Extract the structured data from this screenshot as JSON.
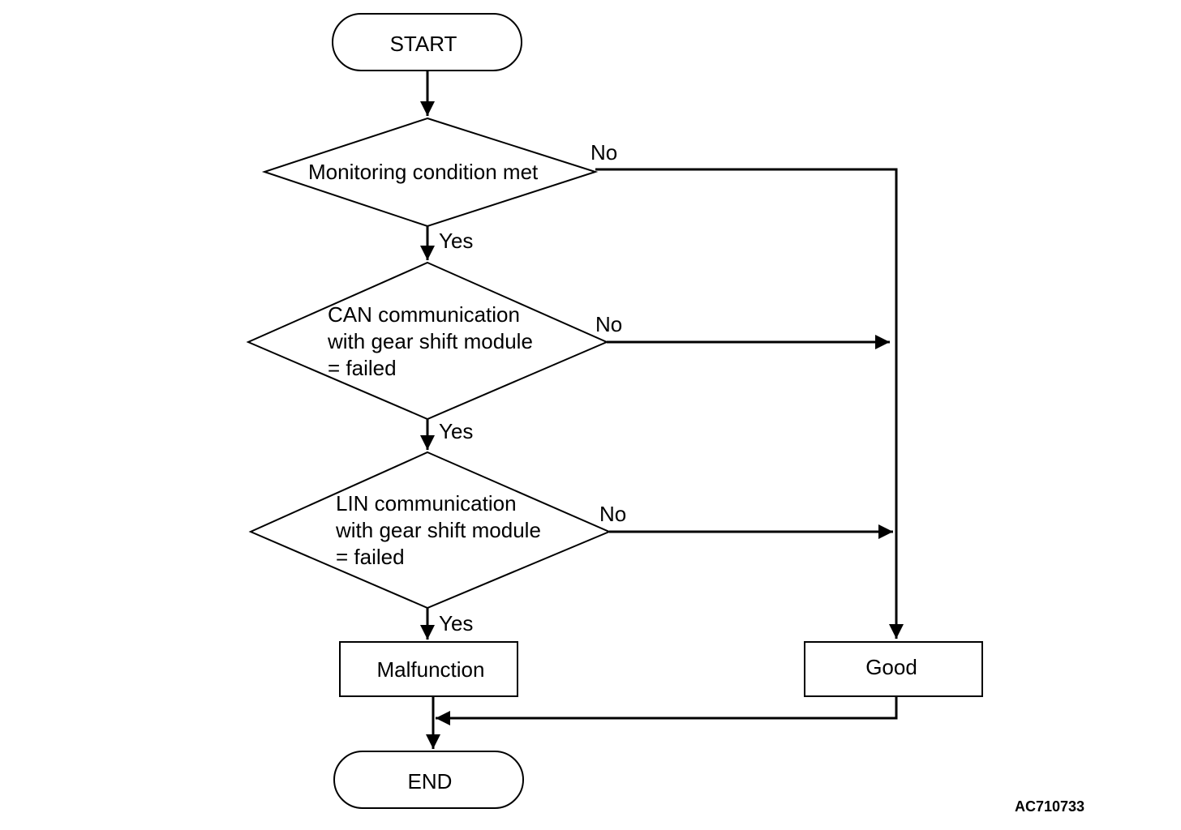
{
  "nodes": {
    "start": "START",
    "decision1": [
      "Monitoring condition met"
    ],
    "decision2": [
      "CAN communication",
      "with gear shift module",
      "= failed"
    ],
    "decision3": [
      "LIN communication",
      "with gear shift module",
      "= failed"
    ],
    "malfunction": "Malfunction",
    "good": "Good",
    "end": "END"
  },
  "edges": {
    "d1_yes": "Yes",
    "d1_no": "No",
    "d2_yes": "Yes",
    "d2_no": "No",
    "d3_yes": "Yes",
    "d3_no": "No"
  },
  "figure_code": "AC710733"
}
